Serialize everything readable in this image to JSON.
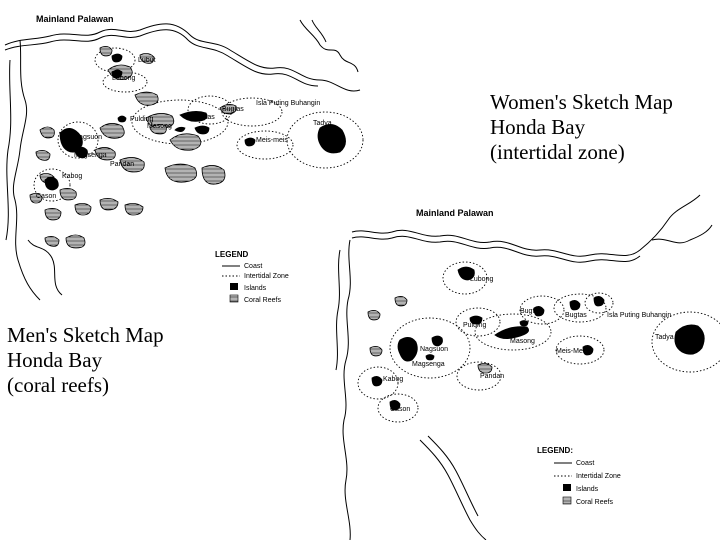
{
  "men_map": {
    "title": "Mainland Palawan",
    "caption": [
      "Men's Sketch Map",
      "Honda Bay",
      "(coral reefs)"
    ],
    "place_labels": [
      "Lubut",
      "Lubong",
      "Pulding",
      "Masong",
      "Bugtas",
      "Bugtas",
      "Isla Puting Buhangin",
      "Nagsuon",
      "Magsenga",
      "Meis-meis",
      "Tadya",
      "Pandan",
      "Kabog",
      "Cason"
    ],
    "legend": {
      "heading": "LEGEND",
      "items": [
        "Coast",
        "Intertidal Zone",
        "Islands",
        "Coral Reefs"
      ]
    }
  },
  "women_map": {
    "title": "Mainland Palawan",
    "caption": [
      "Women's Sketch Map",
      "Honda Bay",
      "(intertidal zone)"
    ],
    "place_labels": [
      "Lubong",
      "Bugtas",
      "Bugtas",
      "Isla Puting Buhangin",
      "Pulding",
      "Masong",
      "Meis-Meis",
      "Tadya",
      "Nagsuon",
      "Magsenga",
      "Pandan",
      "Kabog",
      "Cason"
    ],
    "legend": {
      "heading": "LEGEND:",
      "items": [
        "Coast",
        "Intertidal Zone",
        "Islands",
        "Coral Reefs"
      ]
    }
  }
}
